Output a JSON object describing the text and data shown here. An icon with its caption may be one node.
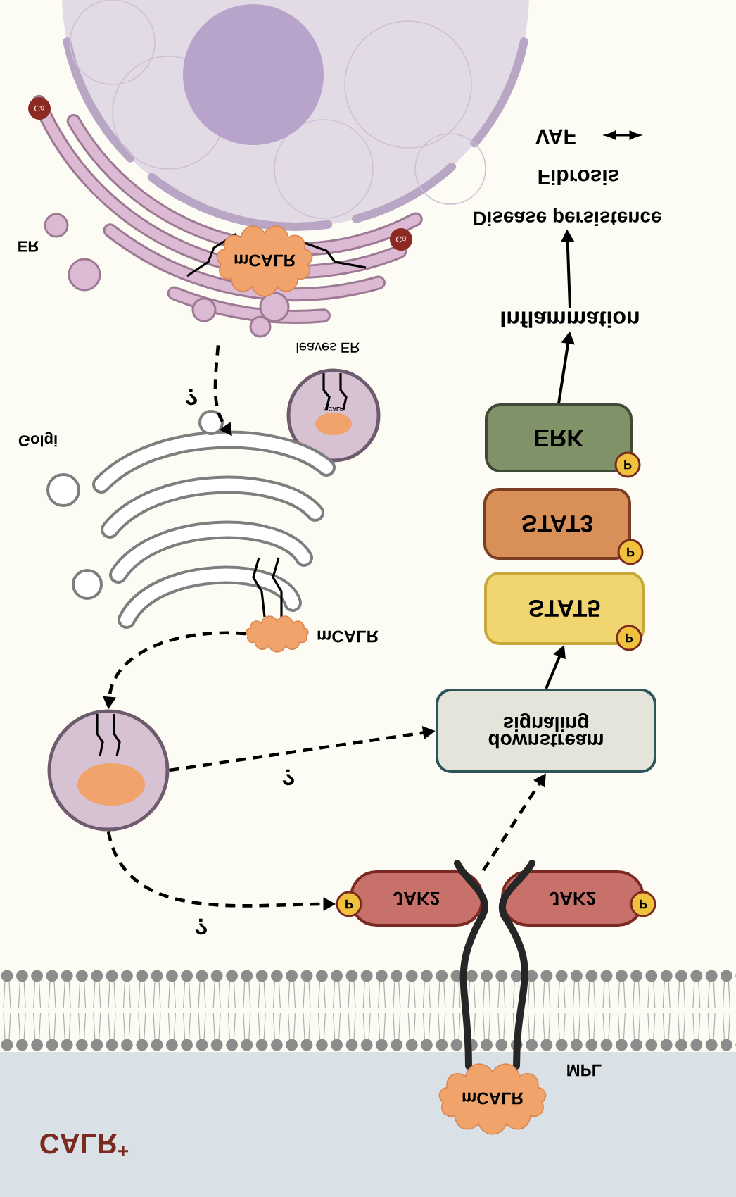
{
  "diagram": {
    "nodes": [
      {
        "text": [
          "ER"
        ]
      },
      {
        "text": [
          "Ca"
        ],
        "in": 0
      },
      {
        "text": [
          "Ca"
        ],
        "in": 0
      },
      {
        "text": [
          "mCALR"
        ],
        "in": 0
      },
      {
        "text": [
          "mCALR"
        ],
        "beside": [
          "leaves ER"
        ]
      },
      {
        "text": [
          "Golgi"
        ]
      },
      {
        "text": [
          "mCALR"
        ]
      },
      {
        "text": [],
        "shape": "circle"
      },
      {
        "text": [
          "downstream signaling"
        ]
      },
      {
        "text": [
          "STAT5"
        ]
      },
      {
        "text": [
          "P"
        ]
      },
      {
        "text": [
          "STAT3"
        ]
      },
      {
        "text": [
          "P"
        ]
      },
      {
        "text": [
          "ERK"
        ]
      },
      {
        "text": [
          "P"
        ]
      },
      {
        "text": [
          "Inflammation"
        ]
      },
      {
        "text": [
          "Disease persistence"
        ]
      },
      {
        "text": [
          "Fibrosis"
        ]
      },
      {
        "text": [
          "VAF"
        ]
      },
      {
        "text": [
          "JAK2"
        ]
      },
      {
        "text": [
          "P"
        ]
      },
      {
        "text": [
          "JAK2"
        ]
      },
      {
        "text": [
          "P"
        ]
      },
      {
        "text": [
          "mCALR"
        ],
        "beside": [
          "MPL"
        ]
      }
    ],
    "edges": [
      {
        "from": 0,
        "to": 5,
        "arrow": "to",
        "style": "dashed",
        "label": "?"
      },
      {
        "from": 6,
        "to": 7,
        "arrow": "to",
        "style": "dashed"
      },
      {
        "from": 7,
        "to": 8,
        "arrow": "to",
        "style": "dashed",
        "label": "?"
      },
      {
        "from": 7,
        "to": 20,
        "arrow": "to",
        "style": "dashed",
        "label": "?"
      },
      {
        "from": 19,
        "to": 8,
        "arrow": "to",
        "style": "dashed"
      },
      {
        "from": 8,
        "to": 9,
        "arrow": "to"
      },
      {
        "from": 13,
        "to": 15,
        "arrow": "to"
      },
      {
        "from": 15,
        "to": 16,
        "arrow": "to"
      }
    ],
    "labels": [
      "CALR$^{+}$"
    ]
  }
}
